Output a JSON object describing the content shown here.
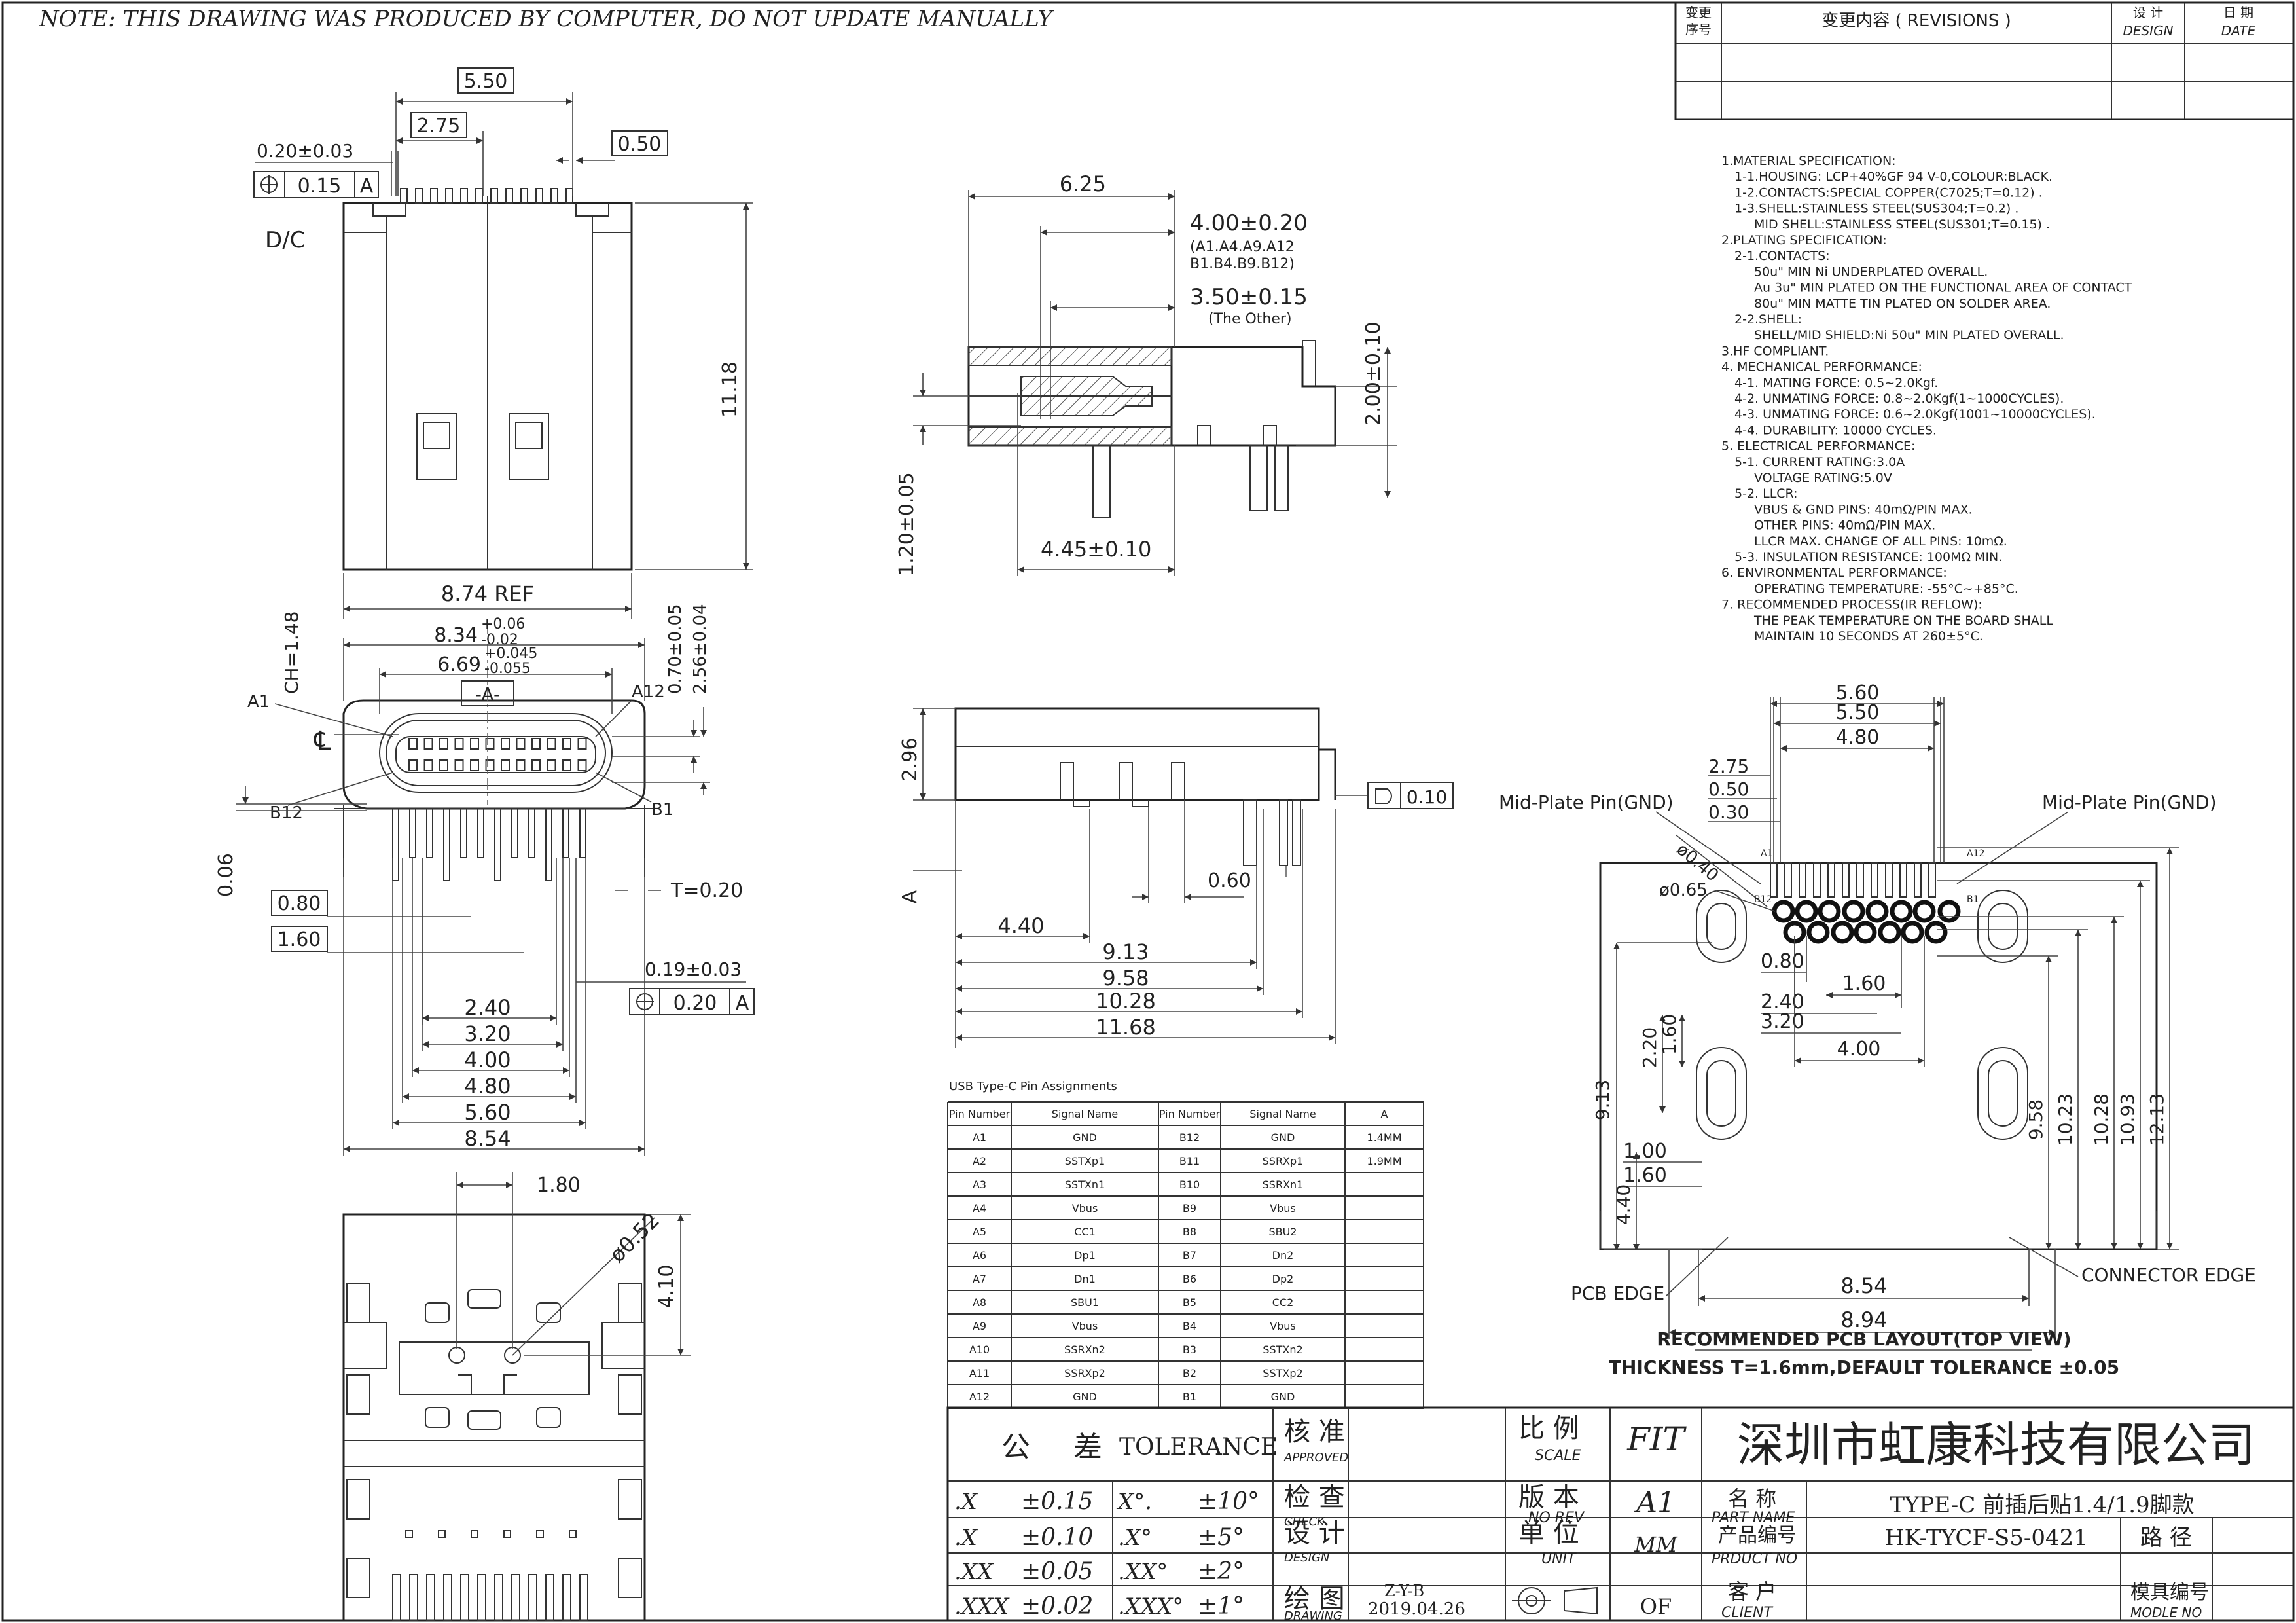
{
  "note": "NOTE: THIS DRAWING WAS PRODUCED BY COMPUTER, DO NOT UPDATE MANUALLY",
  "revision_block": {
    "col1_cn_line1": "变更",
    "col1_cn_line2": "序号",
    "col2": "变更内容 ( REVISIONS )",
    "col3_cn": "设 计",
    "col3_en": "DESIGN",
    "col4_cn": "日 期",
    "col4_en": "DATE"
  },
  "specs": [
    "1.MATERIAL SPECIFICATION:",
    "1-1.HOUSING: LCP+40%GF 94 V-0,COLOUR:BLACK.",
    "1-2.CONTACTS:SPECIAL COPPER(C7025;T=0.12) .",
    "1-3.SHELL:STAINLESS STEEL(SUS304;T=0.2) .",
    "MID SHELL:STAINLESS STEEL(SUS301;T=0.15) .",
    "2.PLATING SPECIFICATION:",
    "2-1.CONTACTS:",
    "50u\" MIN Ni UNDERPLATED OVERALL.",
    "Au 3u\" MIN PLATED ON THE FUNCTIONAL AREA OF CONTACT",
    "80u\" MIN MATTE TIN PLATED ON SOLDER AREA.",
    "2-2.SHELL:",
    "SHELL/MID SHIELD:Ni 50u\" MIN PLATED OVERALL.",
    "3.HF COMPLIANT.",
    "4. MECHANICAL PERFORMANCE:",
    "4-1. MATING FORCE: 0.5~2.0Kgf.",
    "4-2. UNMATING FORCE: 0.8~2.0Kgf(1~1000CYCLES).",
    "4-3. UNMATING FORCE: 0.6~2.0Kgf(1001~10000CYCLES).",
    "4-4. DURABILITY: 10000 CYCLES.",
    "5. ELECTRICAL PERFORMANCE:",
    "5-1. CURRENT RATING:3.0A",
    "VOLTAGE RATING:5.0V",
    "5-2. LLCR:",
    "VBUS & GND PINS: 40mΩ/PIN MAX.",
    "OTHER PINS: 40mΩ/PIN MAX.",
    "LLCR MAX. CHANGE OF ALL PINS: 10mΩ.",
    "5-3. INSULATION RESISTANCE: 100MΩ MIN.",
    "6. ENVIRONMENTAL PERFORMANCE:",
    "OPERATING TEMPERATURE: -55°C~+85°C.",
    "7. RECOMMENDED PROCESS(IR REFLOW):",
    "THE PEAK TEMPERATURE ON THE BOARD SHALL",
    "MAINTAIN 10 SECONDS AT 260±5°C."
  ],
  "top_view": {
    "w550": "5.50",
    "w275": "2.75",
    "w050": "0.50",
    "tol020": "0.20±0.03",
    "fcf": "0.15",
    "fcf_datum": "A",
    "dc": "D/C",
    "h1118": "11.18",
    "ref": "8.74 REF"
  },
  "front_view": {
    "w834": "8.34",
    "w834_up": "+0.06",
    "w834_dn": "-0.02",
    "w669": "6.69",
    "w669_up": "+0.045",
    "w669_dn": "-0.055",
    "datum": "-A-",
    "ch": "CH=1.48",
    "h070": "0.70±0.05",
    "h256": "2.56±0.04",
    "a1": "A1",
    "a12": "A12",
    "b12": "B12",
    "b1": "B1",
    "cl": "℄",
    "h006": "0.06",
    "t": "T=0.20",
    "w080": "0.80",
    "w160": "1.60",
    "tol019": "0.19±0.03",
    "fcf": "0.20",
    "fcf_datum": "A",
    "d240": "2.40",
    "d320": "3.20",
    "d400": "4.00",
    "d480": "4.80",
    "d560": "5.60",
    "d854": "8.54"
  },
  "side_section": {
    "d625": "6.25",
    "d400": "4.00±0.20",
    "d400_note1": "(A1.A4.A9.A12",
    "d400_note2": "B1.B4.B9.B12)",
    "d350": "3.50±0.15",
    "d350_note": "(The Other)",
    "d200": "2.00±0.10",
    "d120": "1.20±0.05",
    "d445": "4.45±0.10"
  },
  "side_view": {
    "d296": "2.96",
    "flat": "0.10",
    "d060": "0.60",
    "a": "A",
    "d440": "4.40",
    "d913": "9.13",
    "d958": "9.58",
    "d1028": "10.28",
    "d1168": "11.68"
  },
  "bottom_view": {
    "d180": "1.80",
    "dia": "ø0.52",
    "d410": "4.10"
  },
  "pin_table": {
    "title": "USB Type-C Pin Assignments",
    "headers": [
      "Pin Number",
      "Signal Name",
      "Pin Number",
      "Signal Name",
      "A"
    ],
    "rows": [
      [
        "A1",
        "GND",
        "B12",
        "GND",
        "1.4MM"
      ],
      [
        "A2",
        "SSTXp1",
        "B11",
        "SSRXp1",
        "1.9MM"
      ],
      [
        "A3",
        "SSTXn1",
        "B10",
        "SSRXn1",
        ""
      ],
      [
        "A4",
        "Vbus",
        "B9",
        "Vbus",
        ""
      ],
      [
        "A5",
        "CC1",
        "B8",
        "SBU2",
        ""
      ],
      [
        "A6",
        "Dp1",
        "B7",
        "Dn2",
        ""
      ],
      [
        "A7",
        "Dn1",
        "B6",
        "Dp2",
        ""
      ],
      [
        "A8",
        "SBU1",
        "B5",
        "CC2",
        ""
      ],
      [
        "A9",
        "Vbus",
        "B4",
        "Vbus",
        ""
      ],
      [
        "A10",
        "SSRXn2",
        "B3",
        "SSTXn2",
        ""
      ],
      [
        "A11",
        "SSRXp2",
        "B2",
        "SSTXp2",
        ""
      ],
      [
        "A12",
        "GND",
        "B1",
        "GND",
        ""
      ]
    ]
  },
  "pcb_layout": {
    "d560": "5.60",
    "d550": "5.50",
    "d480": "4.80",
    "d275": "2.75",
    "d050": "0.50",
    "d030": "0.30",
    "mid_left": "Mid-Plate Pin(GND)",
    "mid_right": "Mid-Plate Pin(GND)",
    "dia040": "ø0.40",
    "dia065": "ø0.65",
    "a1": "A1",
    "a12": "A12",
    "b12": "B12",
    "b1": "B1",
    "d080": "0.80",
    "d160": "1.60",
    "d240": "2.40",
    "d320": "3.20",
    "d400": "4.00",
    "v220": "2.20",
    "v160": "1.60",
    "v913": "9.13",
    "v100": "1.00",
    "v160b": "1.60",
    "v440": "4.40",
    "v958": "9.58",
    "v1023": "10.23",
    "v1028": "10.28",
    "v1093": "10.93",
    "v1213": "12.13",
    "d854": "8.54",
    "d894": "8.94",
    "pcb_edge": "PCB EDGE",
    "connector_edge": "CONNECTOR EDGE",
    "title": "RECOMMENDED PCB LAYOUT(TOP VIEW)",
    "thickness": "THICKNESS T=1.6mm,DEFAULT TOLERANCE ±0.05"
  },
  "title_block": {
    "tol_cn_1": "公",
    "tol_cn_2": "差",
    "tol_en": "TOLERANCE",
    "tol_rows": [
      [
        ".X",
        "±0.15",
        "X°.",
        "±10°"
      ],
      [
        ".X",
        "±0.10",
        ".X°",
        "±5°"
      ],
      [
        ".XX",
        "±0.05",
        ".XX°",
        "±2°"
      ],
      [
        ".XXX",
        "±0.02",
        ".XXX°",
        "±1°"
      ]
    ],
    "approved_cn": "核 准",
    "approved_en": "APPROVED",
    "check_cn": "检 查",
    "check_en": "CHECK",
    "design_cn": "设 计",
    "design_en": "DESIGN",
    "drawing_cn": "绘 图",
    "drawing_en": "DRAWING",
    "drawer": "Z-Y-B",
    "date": "2019.04.26",
    "scale_cn": "比 例",
    "scale_en": "SCALE",
    "scale": "FIT",
    "rev_cn": "版 本",
    "rev_en": "NO REV",
    "rev": "A1",
    "unit_cn": "单 位",
    "unit_en": "UNIT",
    "unit": "MM",
    "angle": "OF",
    "company": "深圳市虹康科技有限公司",
    "partname_cn": "名 称",
    "partname_en": "PART NAME",
    "partname": "TYPE-C 前插后贴1.4/1.9脚款",
    "partno_cn": "产品编号",
    "partno_en": "PRDUCT NO",
    "partno": "HK-TYCF-S5-0421",
    "path_cn": "路 径",
    "client_cn": "客 户",
    "client_en": "CLIENT",
    "mold_cn": "模具编号",
    "mold_en": "MODLE NO"
  }
}
